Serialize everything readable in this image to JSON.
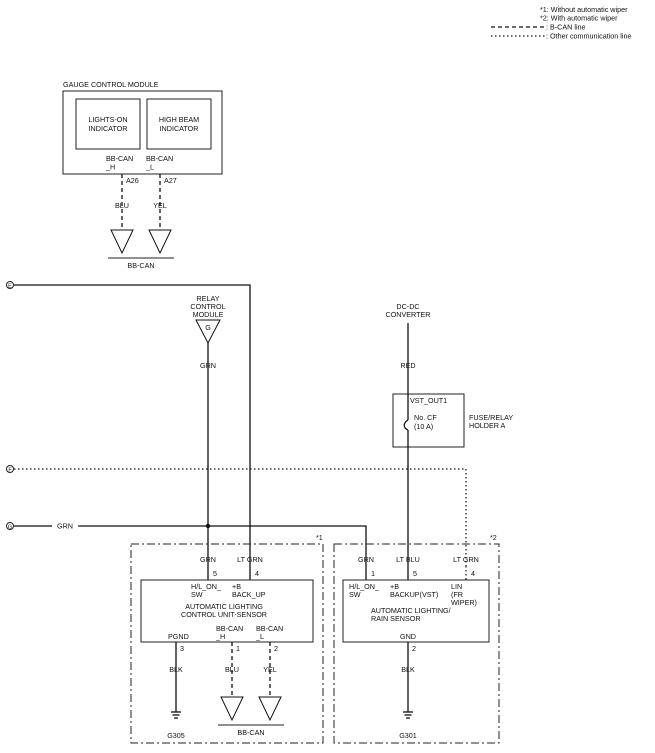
{
  "legend": {
    "note1": "*1: Without automatic wiper",
    "note2": "*2: With automatic wiper",
    "bcan": ": B-CAN line",
    "other": ": Other communication line"
  },
  "gauge": {
    "title": "GAUGE CONTROL MODULE",
    "lights_on_1": "LIGHTS-ON",
    "lights_on_2": "INDICATOR",
    "high_beam_1": "HIGH BEAM",
    "high_beam_2": "INDICATOR",
    "pin_h_1": "BB-CAN",
    "pin_h_2": "_H",
    "pin_l_1": "BB-CAN",
    "pin_l_2": "_L",
    "term_h": "A26",
    "term_l": "A27",
    "wire_h": "BLU",
    "wire_l": "YEL",
    "bus": "BB-CAN"
  },
  "connectors": {
    "e": "E",
    "f": "F",
    "g": "G"
  },
  "relay": {
    "line1": "RELAY",
    "line2": "CONTROL",
    "line3": "MODULE",
    "pin": "G",
    "wire": "GRN"
  },
  "dcdc": {
    "line1": "DC-DC",
    "line2": "CONVERTER",
    "wire": "RED"
  },
  "fuse": {
    "terminal": "VST_OUT1",
    "no": "No. CF",
    "amps": "(10 A)",
    "holder1": "FUSE/RELAY",
    "holder2": "HOLDER A"
  },
  "g_line": {
    "wire": "GRN"
  },
  "unit1": {
    "tag": "*1",
    "top_wire_a": "GRN",
    "top_wire_b": "LT GRN",
    "term_a": "5",
    "term_b": "4",
    "pin_a_1": "H/L_ON_",
    "pin_a_2": "SW",
    "pin_b_1": "+B",
    "pin_b_2": "BACK_UP",
    "name_1": "AUTOMATIC LIGHTING",
    "name_2": "CONTROL UNIT-SENSOR",
    "gnd_pin": "PGND",
    "can_h_1": "BB-CAN",
    "can_h_2": "_H",
    "can_l_1": "BB-CAN",
    "can_l_2": "_L",
    "term_gnd": "3",
    "term_h": "1",
    "term_l": "2",
    "wire_gnd": "BLK",
    "wire_h": "BLU",
    "wire_l": "YEL",
    "ground": "G305",
    "bus": "BB-CAN"
  },
  "unit2": {
    "tag": "*2",
    "wire_a": "GRN",
    "wire_b": "LT BLU",
    "wire_c": "LT GRN",
    "term_a": "1",
    "term_b": "5",
    "term_c": "4",
    "pin_a_1": "H/L_ON_",
    "pin_a_2": "SW",
    "pin_b_1": "+B",
    "pin_b_2": "BACKUP(VST)",
    "pin_c_1": "LIN",
    "pin_c_2": "(FR",
    "pin_c_3": "WIPER)",
    "name_1": "AUTOMATIC LIGHTING/",
    "name_2": "RAIN SENSOR",
    "gnd_pin": "GND",
    "term_gnd": "2",
    "wire_gnd": "BLK",
    "ground": "G301"
  }
}
